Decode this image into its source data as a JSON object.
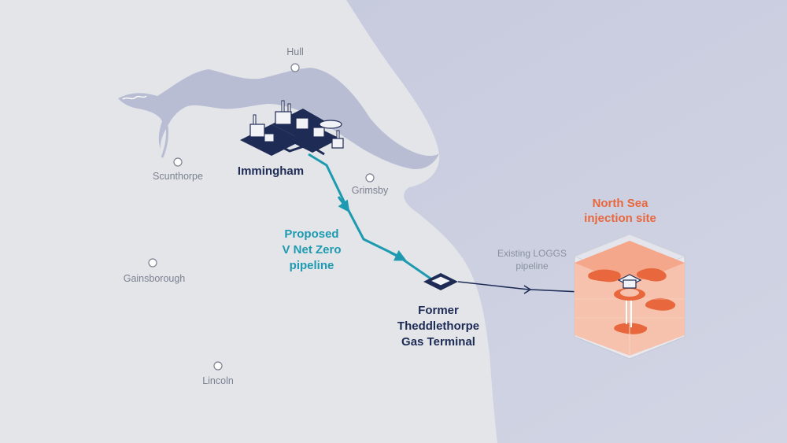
{
  "towns": {
    "hull": "Hull",
    "scunthorpe": "Scunthorpe",
    "grimsby": "Grimsby",
    "gainsborough": "Gainsborough",
    "lincoln": "Lincoln"
  },
  "sites": {
    "immingham": "Immingham",
    "terminal": [
      "Former",
      "Theddlethorpe",
      "Gas Terminal"
    ],
    "injection": [
      "North Sea",
      "injection site"
    ]
  },
  "pipelines": {
    "proposed": [
      "Proposed",
      "V Net Zero",
      "pipeline"
    ],
    "existing": [
      "Existing LOGGS",
      "pipeline"
    ]
  },
  "colors": {
    "land": "#e3e5e9",
    "sea": "#c9cddf",
    "estuary": "#b9bdd4",
    "navy": "#1d2b55",
    "teal": "#1e9ab0",
    "orange": "#e8673d"
  }
}
